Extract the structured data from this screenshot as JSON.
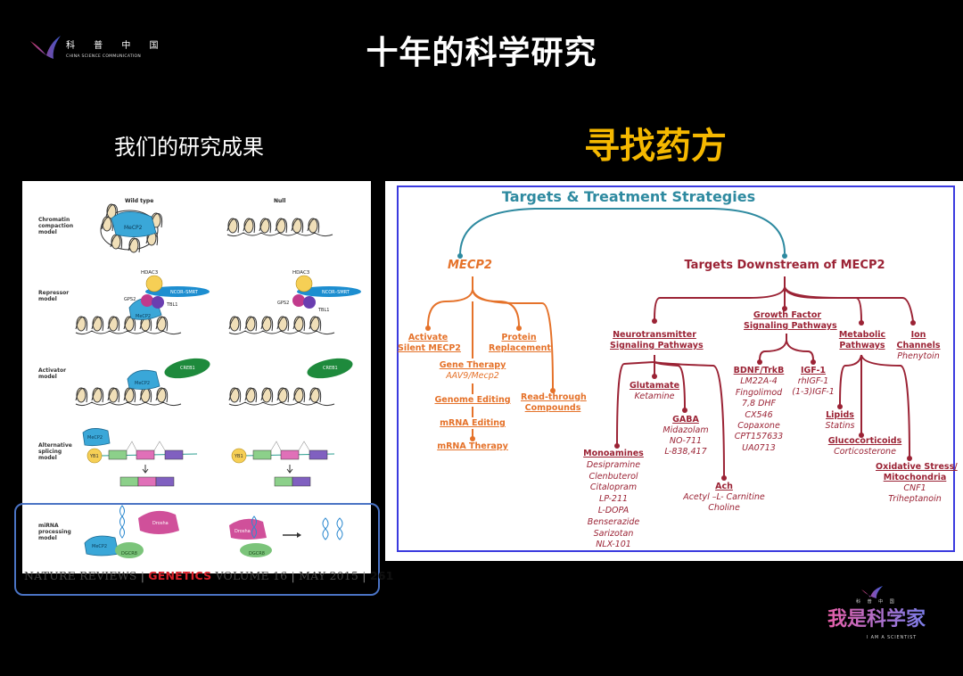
{
  "header": {
    "title": "十年的科学研究",
    "logo_top_left": {
      "chinese": "科 普 中 国",
      "english": "CHINA SCIENCE COMMUNICATION"
    }
  },
  "left_section": {
    "heading": "我们的研究成果",
    "figure": {
      "columns": [
        "Wild type",
        "Null"
      ],
      "rows": [
        {
          "label": "Chromatin compaction model"
        },
        {
          "label": "Repressor model"
        },
        {
          "label": "Activator model"
        },
        {
          "label": "Alternative splicing model"
        },
        {
          "label": "miRNA processing model"
        }
      ],
      "molecule_labels": {
        "mecp2": "MeCP2",
        "hdac3": "HDAC3",
        "ncor": "NCOR–SMRT",
        "gps2": "GPS2",
        "tbl1": "TBL1",
        "creb1": "CREB1",
        "yb1": "YB1",
        "drosha": "Drosha",
        "dgcr8": "DGCR8"
      },
      "citation": {
        "journal": "NATURE REVIEWS",
        "section": "GENETICS",
        "volume": "VOLUME 16",
        "date": "MAY 2015",
        "page": "261"
      }
    }
  },
  "right_section": {
    "heading": "寻找药方",
    "flowchart": {
      "title": "Targets & Treatment Strategies",
      "left_branch": {
        "title": "MECP2",
        "nodes": {
          "activate": [
            "Activate",
            "Silent MECP2"
          ],
          "protein": [
            "Protein",
            "Replacement"
          ],
          "gene_therapy": {
            "label": "Gene Therapy",
            "item": "AAV9/Mecp2"
          },
          "genome_editing": "Genome Editing",
          "mrna_editing": "mRNA Editing",
          "mrna_therapy": "mRNA Therapy",
          "readthrough": [
            "Read-through",
            "Compounds"
          ]
        }
      },
      "right_branch": {
        "title": "Targets Downstream of MECP2",
        "neuro": {
          "label": [
            "Neurotransmitter",
            "Signaling Pathways"
          ],
          "glutamate": {
            "label": "Glutamate",
            "items": [
              "Ketamine"
            ]
          },
          "gaba": {
            "label": "GABA",
            "items": [
              "Midazolam",
              "NO-711",
              "L-838,417"
            ]
          },
          "monoamines": {
            "label": "Monoamines",
            "items": [
              "Desipramine",
              "Clenbuterol",
              "Citalopram",
              "LP-211",
              "L-DOPA",
              "Benserazide",
              "Sarizotan",
              "NLX-101"
            ]
          },
          "ach": {
            "label": "Ach",
            "items": [
              "Acetyl –L- Carnitine",
              "Choline"
            ]
          }
        },
        "growth": {
          "label": [
            "Growth Factor",
            "Signaling Pathways"
          ],
          "bdnf": {
            "label": "BDNF/TrkB",
            "items": [
              "LM22A-4",
              "Fingolimod",
              "7,8 DHF",
              "CX546",
              "Copaxone",
              "CPT157633",
              "UA0713"
            ]
          },
          "igf": {
            "label": "IGF-1",
            "items": [
              "rhIGF-1",
              "(1-3)IGF-1"
            ]
          }
        },
        "metabolic": {
          "label": [
            "Metabolic",
            "Pathways"
          ],
          "lipids": {
            "label": "Lipids",
            "items": [
              "Statins"
            ]
          },
          "gluco": {
            "label": "Glucocorticoids",
            "items": [
              "Corticosterone"
            ]
          },
          "oxidative": {
            "label": [
              "Oxidative Stress/",
              "Mitochondria"
            ],
            "items": [
              "CNF1",
              "Triheptanoin"
            ]
          }
        },
        "ion": {
          "label": [
            "Ion",
            "Channels"
          ],
          "items": [
            "Phenytoin"
          ]
        }
      }
    }
  },
  "footer_logo": {
    "chinese_small": "科 普 中 国",
    "main": "我是科学家",
    "english": "I AM A SCIENTIST"
  },
  "colors": {
    "background": "#000000",
    "accent_yellow": "#f5b800",
    "teal": "#2e8aa0",
    "orange": "#e5722a",
    "crimson": "#9b2335",
    "frame_blue": "#3a3adf"
  }
}
